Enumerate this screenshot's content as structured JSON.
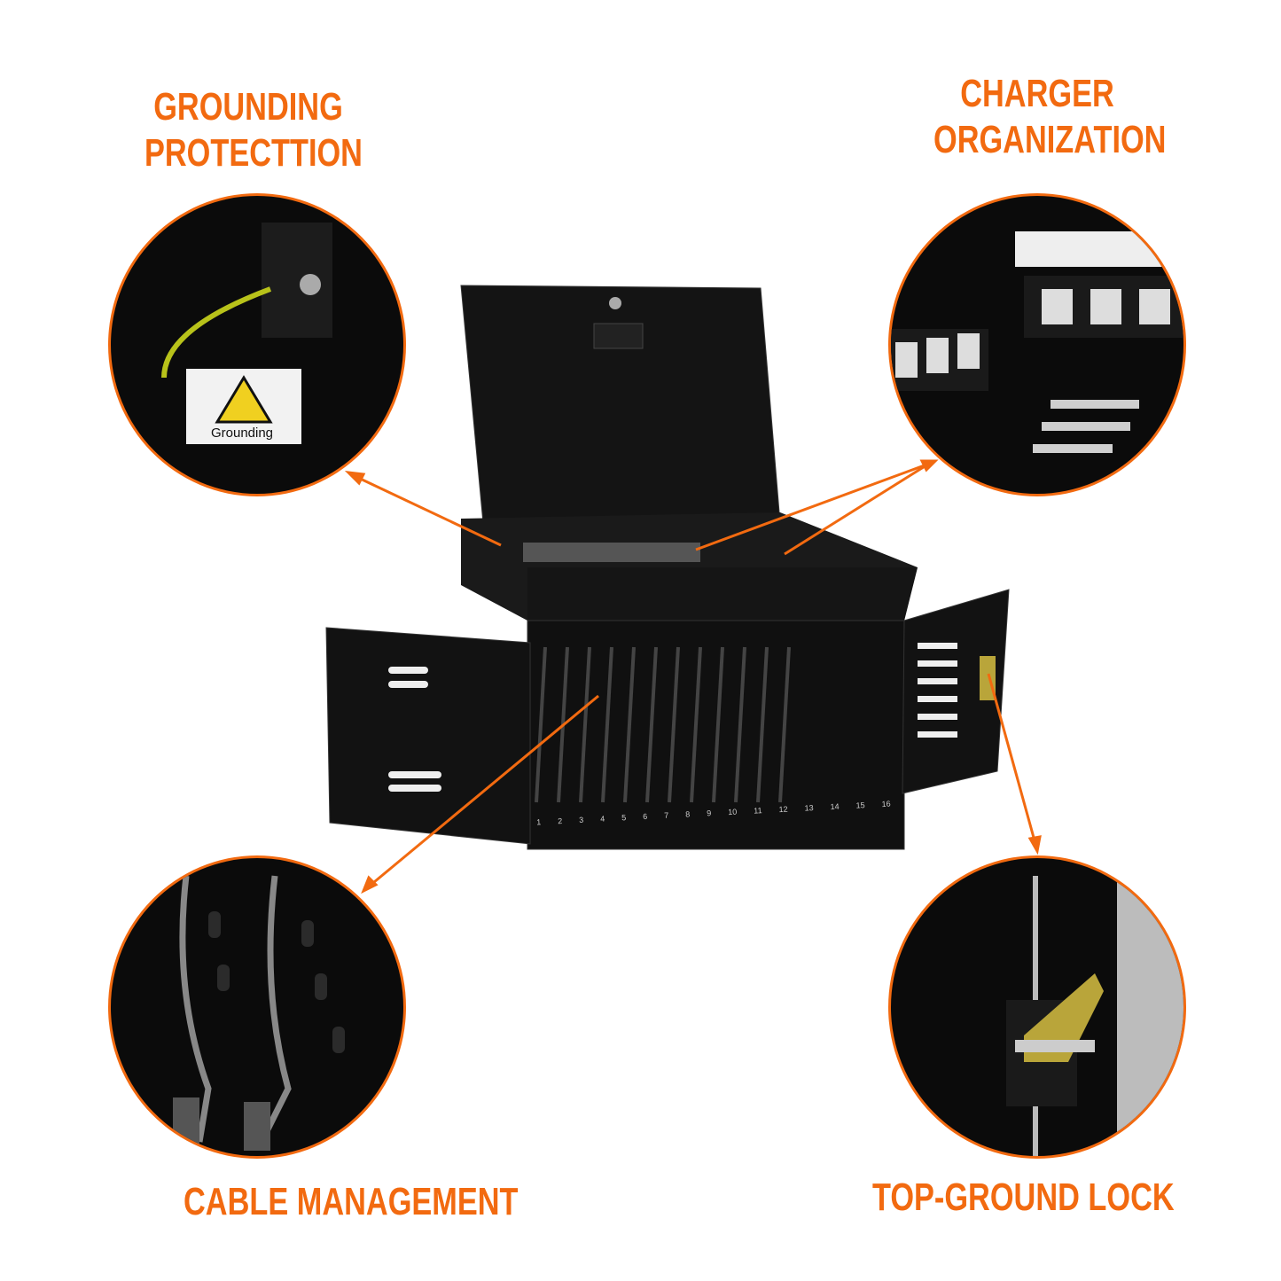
{
  "callouts": {
    "grounding": {
      "line1": "GROUNDING",
      "line2": "PROTECTTION",
      "label": "Grounding"
    },
    "charger": {
      "line1": "CHARGER",
      "line2": "ORGANIZATION"
    },
    "cable": {
      "title": "CABLE MANAGEMENT"
    },
    "lock": {
      "title": "TOP-GROUND LOCK"
    }
  },
  "slot_numbers": [
    "1",
    "2",
    "3",
    "4",
    "5",
    "6",
    "7",
    "8",
    "9",
    "10",
    "11",
    "12",
    "13",
    "14",
    "15",
    "16"
  ],
  "colors": {
    "accent": "#f26a10",
    "cabinet": "#111111"
  }
}
